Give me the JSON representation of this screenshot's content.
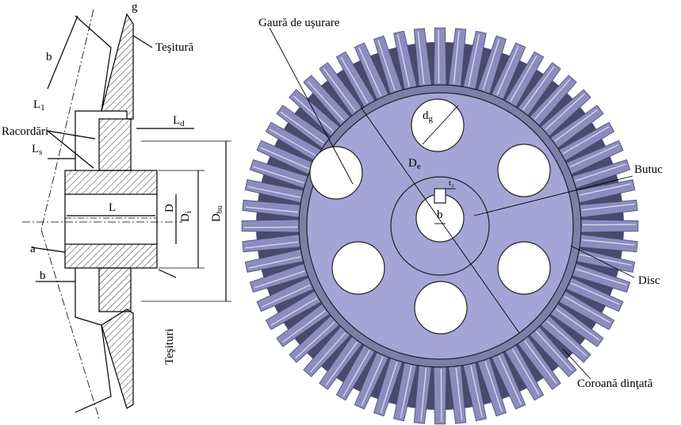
{
  "section_labels": {
    "g": "g",
    "b_top": "b",
    "tesitura": "Teşitură",
    "l1_main": "L",
    "l1_sub": "1",
    "racordari": "Racordări",
    "ld_main": "L",
    "ld_sub": "d",
    "ls_main": "L",
    "ls_sub": "s",
    "l": "L",
    "d": "D",
    "di_main": "D",
    "di_sub": "i",
    "dbutuc_main": "D",
    "dbutuc_sub": "bu",
    "a": "a",
    "b_bottom": "b",
    "tesituri": "Teşituri"
  },
  "gear_labels": {
    "gaura": "Gaură de uşurare",
    "dg_main": "d",
    "dg_sub": "g",
    "de_main": "D",
    "de_sub": "e",
    "t2": "t₂",
    "b_key": "b",
    "butuc": "Butuc",
    "disc": "Disc",
    "coroana": "Coroană dinţată"
  },
  "colors": {
    "disc_fill": "#a4a4d6",
    "teeth_fill": "#8c8cbe",
    "teeth_shadow": "#4a4a6e",
    "teeth_light": "#d6d6ee",
    "hole_fill": "#ffffff"
  },
  "tooth_count": 60
}
